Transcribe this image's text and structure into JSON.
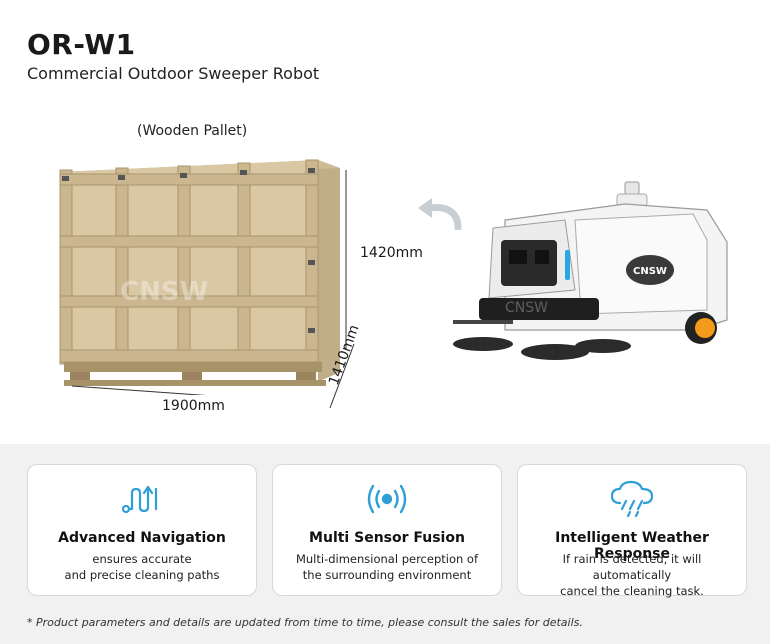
{
  "header": {
    "title": "OR-W1",
    "subtitle": "Commercial Outdoor Sweeper Robot"
  },
  "packaging": {
    "label": "(Wooden Pallet)",
    "height": "1420mm",
    "width": "1900mm",
    "depth": "1410mm"
  },
  "robot": {
    "brand_badge": "CNSW",
    "watermark": "CNSW"
  },
  "features": [
    {
      "icon": "navigation-path-icon",
      "title": "Advanced Navigation",
      "desc_line1": "ensures accurate",
      "desc_line2": "and precise cleaning paths"
    },
    {
      "icon": "sensor-signal-icon",
      "title": "Multi Sensor Fusion",
      "desc_line1": "Multi-dimensional perception of",
      "desc_line2": "the surrounding environment"
    },
    {
      "icon": "rain-cloud-icon",
      "title": "Intelligent Weather Response",
      "desc_line1": "If rain is detected, it will automatically",
      "desc_line2": "cancel the cleaning task."
    }
  ],
  "footnote": "* Product parameters and details are updated from time to time, please consult the sales for details.",
  "colors": {
    "accent": "#2f9fd8",
    "robot_orange": "#f39a1a",
    "wood": "#d8c7a2",
    "panel_bg": "#f1f1f1"
  }
}
